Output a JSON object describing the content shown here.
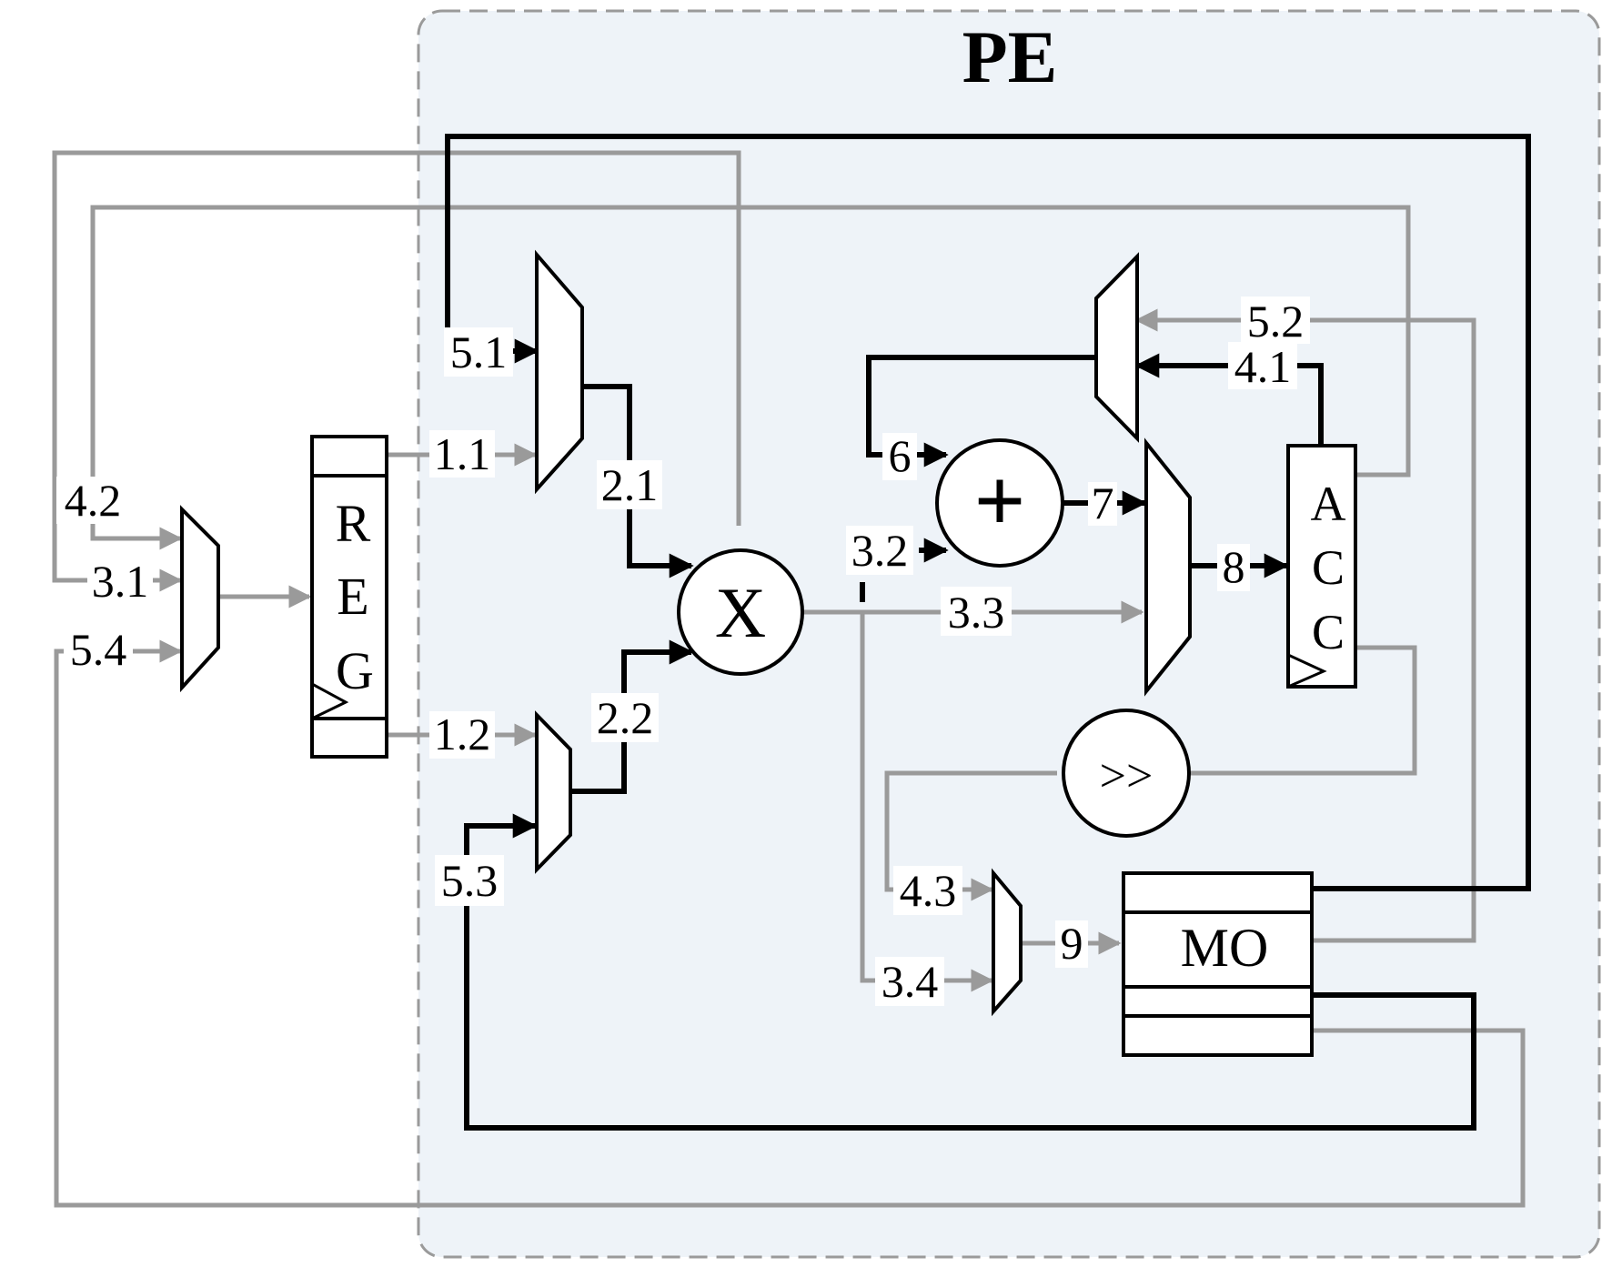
{
  "title": "PE",
  "colors": {
    "pe_background": "#eef3f8",
    "pe_border": "#9a9a9a",
    "gray_wire": "#9a9a9a",
    "black_wire": "#000000"
  },
  "blocks": {
    "reg": {
      "letters": [
        "R",
        "E",
        "G"
      ]
    },
    "acc": {
      "letters": [
        "A",
        "C",
        "C"
      ]
    },
    "mo": {
      "label": "MO"
    },
    "multiplier": {
      "symbol": "X"
    },
    "adder": {
      "symbol": "+"
    },
    "shifter": {
      "symbol": ">>"
    }
  },
  "labels": {
    "l11": "1.1",
    "l12": "1.2",
    "l21": "2.1",
    "l22": "2.2",
    "l31": "3.1",
    "l32": "3.2",
    "l33": "3.3",
    "l34": "3.4",
    "l41": "4.1",
    "l42": "4.2",
    "l43": "4.3",
    "l51": "5.1",
    "l52": "5.2",
    "l53": "5.3",
    "l54": "5.4",
    "l6": "6",
    "l7": "7",
    "l8": "8",
    "l9": "9"
  }
}
